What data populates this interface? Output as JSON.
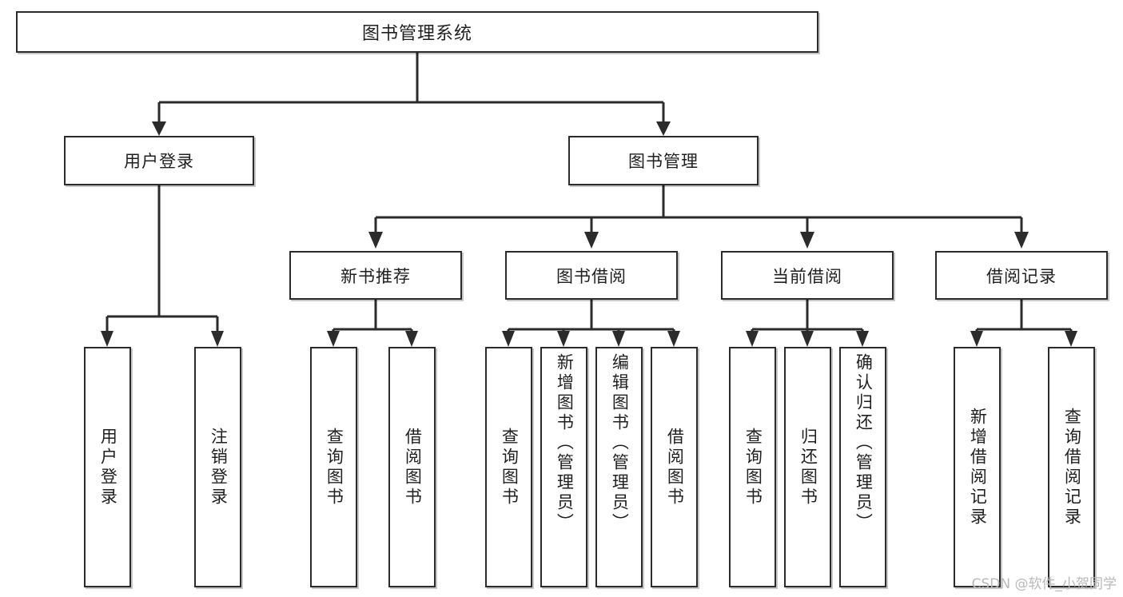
{
  "diagram": {
    "type": "tree",
    "title": "图书管理系统",
    "watermark": "CSDN @软件_小贺同学",
    "colors": {
      "box_border": "#2b2b2b",
      "box_fill": "#ffffff",
      "connector": "#2b2b2b",
      "watermark": "#b9b9b9"
    },
    "levels": {
      "root": {
        "label": "图书管理系统"
      },
      "level2": [
        {
          "label": "用户登录"
        },
        {
          "label": "图书管理"
        }
      ],
      "level3": [
        {
          "label": "新书推荐"
        },
        {
          "label": "图书借阅"
        },
        {
          "label": "当前借阅"
        },
        {
          "label": "借阅记录"
        }
      ],
      "leaves": {
        "user_login": [
          {
            "label": "用户登录"
          },
          {
            "label": "注销登录"
          }
        ],
        "new_book_recommend": [
          {
            "label": "查询图书"
          },
          {
            "label": "借阅图书"
          }
        ],
        "book_borrow": [
          {
            "label": "查询图书"
          },
          {
            "label": "新增图书（管理员）"
          },
          {
            "label": "编辑图书（管理员）"
          },
          {
            "label": "借阅图书"
          }
        ],
        "current_borrow": [
          {
            "label": "查询图书"
          },
          {
            "label": "归还图书"
          },
          {
            "label": "确认归还（管理员）"
          }
        ],
        "borrow_record": [
          {
            "label": "新增借阅记录"
          },
          {
            "label": "查询借阅记录"
          }
        ]
      }
    }
  }
}
